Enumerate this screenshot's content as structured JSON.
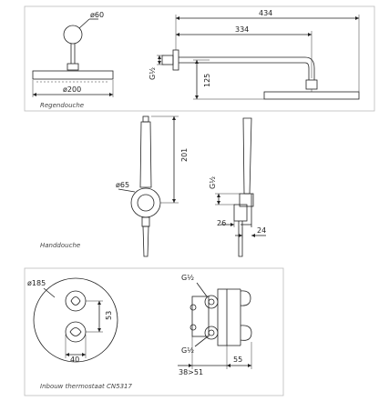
{
  "panels": {
    "rain_shower": {
      "caption": "Regendouche"
    },
    "hand_shower": {
      "caption": "Handdouche"
    },
    "thermostat": {
      "caption": "Inbouw thermostaat CN5317"
    }
  },
  "dimensions": {
    "rain_arm_diameter": "ø60",
    "rain_head_diameter": "ø200",
    "rain_total_length": "434",
    "rain_arm_length": "334",
    "rain_connection": "G½",
    "rain_height": "125",
    "hand_height": "201",
    "hand_bracket_diameter": "ø65",
    "hand_connection": "G½",
    "hand_offset_a": "26",
    "hand_offset_b": "24",
    "thermo_plate_diameter": "ø185",
    "thermo_handle_spacing": "53",
    "thermo_knob_width": "40",
    "thermo_inlet_top": "G½",
    "thermo_inlet_bottom": "G½",
    "thermo_depth_range": "38>51",
    "thermo_projection": "55"
  }
}
